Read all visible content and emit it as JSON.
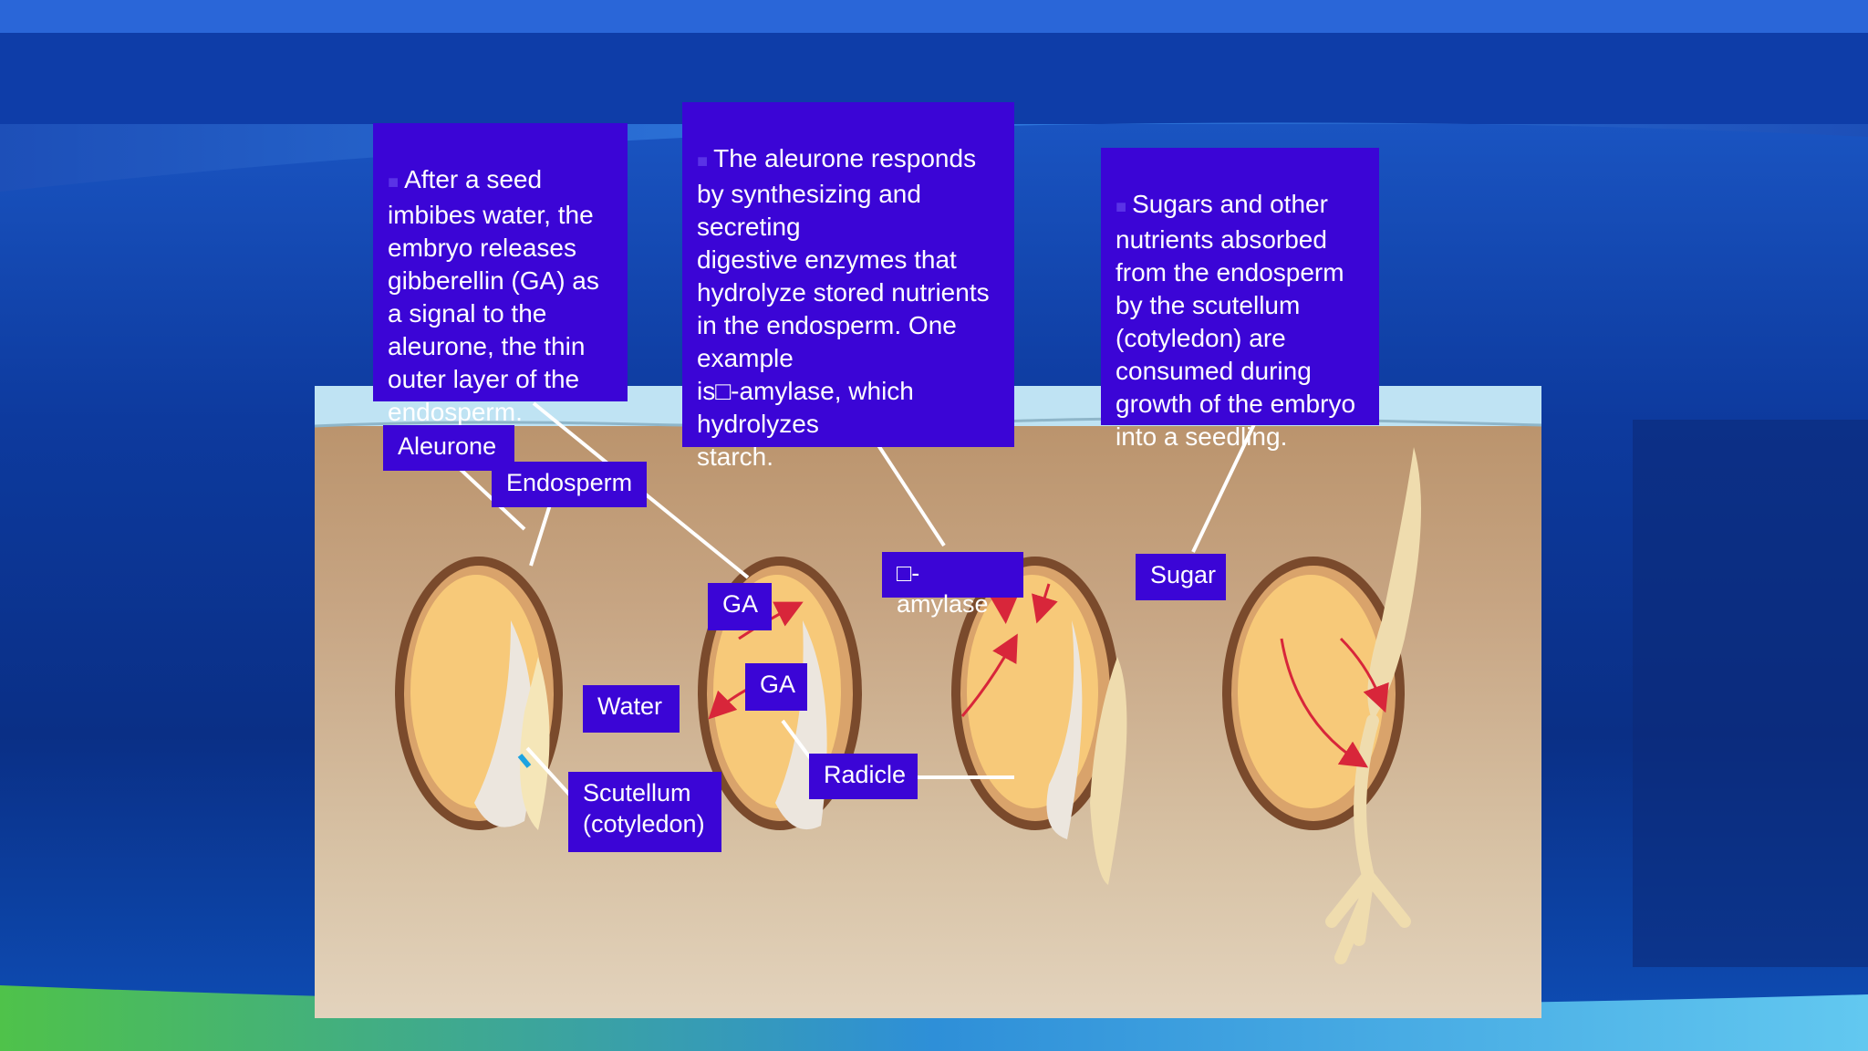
{
  "callouts": {
    "gibberellin": "After a seed imbibes water, the embryo releases gibberellin (GA) as a signal to the aleurone, the thin outer layer of the endosperm.",
    "aleurone_response": "The aleurone responds by synthesizing and secreting\ndigestive enzymes that hydrolyze stored nutrients in the endosperm. One example\nis□-amylase, which hydrolyzes\nstarch.",
    "sugars": "Sugars and other nutrients absorbed from the endosperm by the scutellum (cotyledon) are consumed during growth of the embryo into a seedling."
  },
  "labels": {
    "aleurone": "Aleurone",
    "endosperm": "Endosperm",
    "ga_top": "GA",
    "ga_mid": "GA",
    "water": "Water",
    "scutellum": "Scutellum\n(cotyledon)",
    "radicle": "Radicle",
    "amylase": "□-amylase",
    "sugar": "Sugar"
  },
  "colors": {
    "callout_bg": "#3b05d6",
    "soil": "#c7a583",
    "seed_coat": "#7a4a2c",
    "endosperm": "#f7c979",
    "arrow_red": "#d8263a",
    "arrow_blue": "#1da3e0"
  }
}
